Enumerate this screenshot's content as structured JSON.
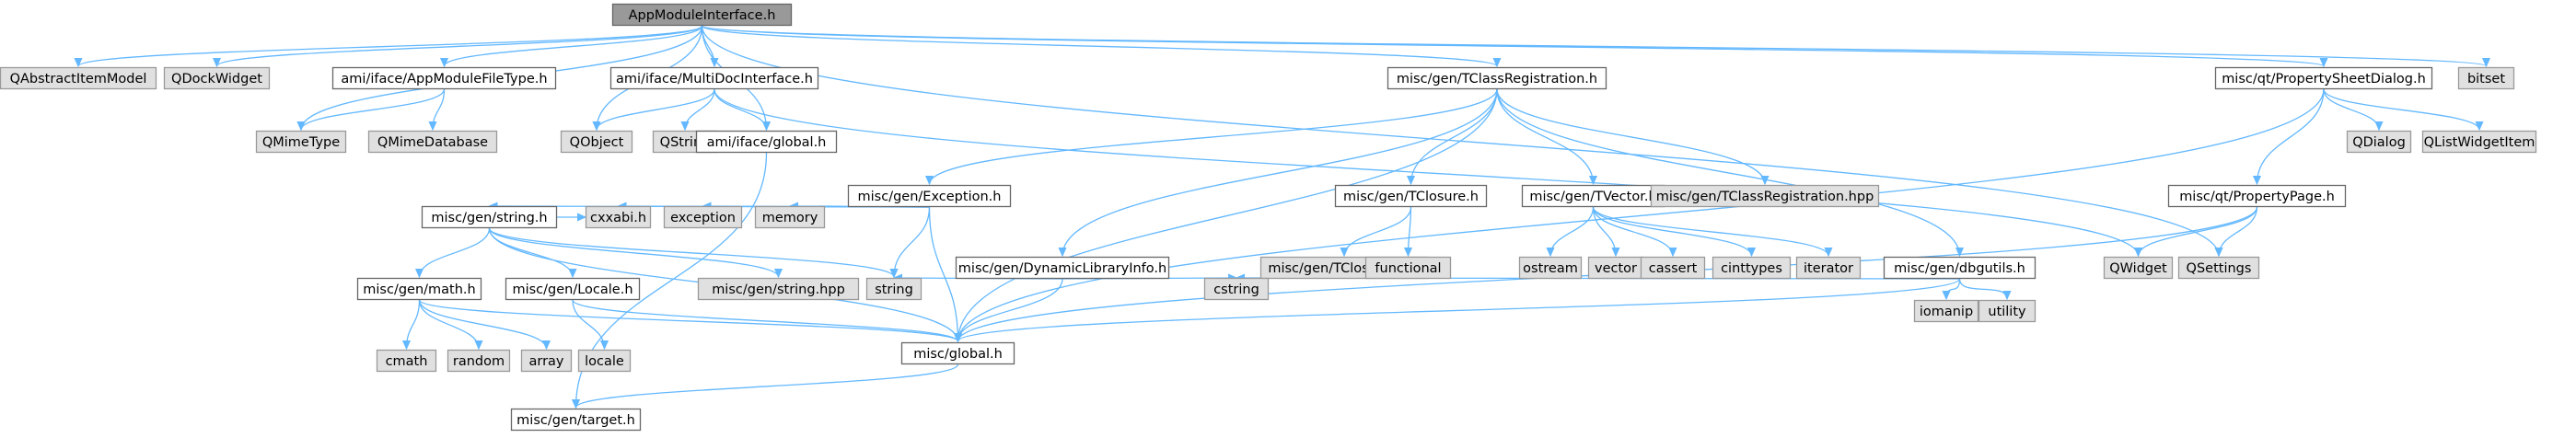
{
  "colors": {
    "edge": "#63b8ff",
    "root_fill": "#999999",
    "root_border": "#666666",
    "internal_fill": "#ffffff",
    "internal_border": "#666666",
    "external_fill": "#e0e0e0",
    "external_border": "#999999"
  },
  "nodes": [
    {
      "id": "root",
      "label": "AppModuleInterface.h",
      "kind": "root"
    },
    {
      "id": "qaim",
      "label": "QAbstractItemModel",
      "kind": "external"
    },
    {
      "id": "qdock",
      "label": "QDockWidget",
      "kind": "external"
    },
    {
      "id": "ftype",
      "label": "ami/iface/AppModuleFileType.h",
      "kind": "internal"
    },
    {
      "id": "mdi",
      "label": "ami/iface/MultiDocInterface.h",
      "kind": "internal"
    },
    {
      "id": "tcreg",
      "label": "misc/gen/TClassRegistration.h",
      "kind": "internal"
    },
    {
      "id": "psd",
      "label": "misc/qt/PropertySheetDialog.h",
      "kind": "internal"
    },
    {
      "id": "bitset",
      "label": "bitset",
      "kind": "external"
    },
    {
      "id": "qmimetype",
      "label": "QMimeType",
      "kind": "external"
    },
    {
      "id": "qmimedb",
      "label": "QMimeDatabase",
      "kind": "external"
    },
    {
      "id": "qobject",
      "label": "QObject",
      "kind": "external"
    },
    {
      "id": "qstring",
      "label": "QString",
      "kind": "external"
    },
    {
      "id": "ifglobal",
      "label": "ami/iface/global.h",
      "kind": "internal"
    },
    {
      "id": "exch",
      "label": "misc/gen/Exception.h",
      "kind": "internal"
    },
    {
      "id": "tclosure",
      "label": "misc/gen/TClosure.h",
      "kind": "internal"
    },
    {
      "id": "tvector",
      "label": "misc/gen/TVector.h",
      "kind": "internal"
    },
    {
      "id": "tcreghpp",
      "label": "misc/gen/TClassRegistration.hpp",
      "kind": "external"
    },
    {
      "id": "ppage",
      "label": "misc/qt/PropertyPage.h",
      "kind": "internal"
    },
    {
      "id": "qdialog",
      "label": "QDialog",
      "kind": "external"
    },
    {
      "id": "qlwi",
      "label": "QListWidgetItem",
      "kind": "external"
    },
    {
      "id": "strh",
      "label": "misc/gen/string.h",
      "kind": "internal"
    },
    {
      "id": "cxxabi",
      "label": "cxxabi.h",
      "kind": "external"
    },
    {
      "id": "exception",
      "label": "exception",
      "kind": "external"
    },
    {
      "id": "memory",
      "label": "memory",
      "kind": "external"
    },
    {
      "id": "dylib",
      "label": "misc/gen/DynamicLibraryInfo.h",
      "kind": "internal"
    },
    {
      "id": "tclosurehpp",
      "label": "misc/gen/TClosure.hpp",
      "kind": "external"
    },
    {
      "id": "functional",
      "label": "functional",
      "kind": "external"
    },
    {
      "id": "ostream",
      "label": "ostream",
      "kind": "external"
    },
    {
      "id": "vector",
      "label": "vector",
      "kind": "external"
    },
    {
      "id": "cassert",
      "label": "cassert",
      "kind": "external"
    },
    {
      "id": "cinttypes",
      "label": "cinttypes",
      "kind": "external"
    },
    {
      "id": "iterator",
      "label": "iterator",
      "kind": "external"
    },
    {
      "id": "dbgutils",
      "label": "misc/gen/dbgutils.h",
      "kind": "internal"
    },
    {
      "id": "qwidget",
      "label": "QWidget",
      "kind": "external"
    },
    {
      "id": "qsettings",
      "label": "QSettings",
      "kind": "external"
    },
    {
      "id": "mathh",
      "label": "misc/gen/math.h",
      "kind": "internal"
    },
    {
      "id": "locale_h",
      "label": "misc/gen/Locale.h",
      "kind": "internal"
    },
    {
      "id": "strhpp",
      "label": "misc/gen/string.hpp",
      "kind": "external"
    },
    {
      "id": "string",
      "label": "string",
      "kind": "external"
    },
    {
      "id": "cstring",
      "label": "cstring",
      "kind": "external"
    },
    {
      "id": "iomanip",
      "label": "iomanip",
      "kind": "external"
    },
    {
      "id": "utility",
      "label": "utility",
      "kind": "external"
    },
    {
      "id": "cmath",
      "label": "cmath",
      "kind": "external"
    },
    {
      "id": "random",
      "label": "random",
      "kind": "external"
    },
    {
      "id": "array",
      "label": "array",
      "kind": "external"
    },
    {
      "id": "locale",
      "label": "locale",
      "kind": "external"
    },
    {
      "id": "miscglobal",
      "label": "misc/global.h",
      "kind": "internal"
    },
    {
      "id": "target",
      "label": "misc/gen/target.h",
      "kind": "internal"
    }
  ],
  "edges": [
    [
      "root",
      "qaim"
    ],
    [
      "root",
      "qdock"
    ],
    [
      "root",
      "ftype"
    ],
    [
      "root",
      "mdi"
    ],
    [
      "root",
      "tcreg"
    ],
    [
      "root",
      "psd"
    ],
    [
      "root",
      "bitset"
    ],
    [
      "root",
      "qmimetype"
    ],
    [
      "root",
      "qobject"
    ],
    [
      "root",
      "ifglobal"
    ],
    [
      "root",
      "qsettings"
    ],
    [
      "ftype",
      "qmimetype"
    ],
    [
      "ftype",
      "qmimedb"
    ],
    [
      "mdi",
      "qobject"
    ],
    [
      "mdi",
      "qstring"
    ],
    [
      "mdi",
      "ifglobal"
    ],
    [
      "mdi",
      "qwidget"
    ],
    [
      "ifglobal",
      "target"
    ],
    [
      "tcreg",
      "exch"
    ],
    [
      "tcreg",
      "tclosure"
    ],
    [
      "tcreg",
      "tvector"
    ],
    [
      "tcreg",
      "tcreghpp"
    ],
    [
      "tcreg",
      "dylib"
    ],
    [
      "tcreg",
      "dbgutils"
    ],
    [
      "tcreg",
      "miscglobal"
    ],
    [
      "psd",
      "ppage"
    ],
    [
      "psd",
      "qdialog"
    ],
    [
      "psd",
      "qlwi"
    ],
    [
      "psd",
      "miscglobal"
    ],
    [
      "ppage",
      "qwidget"
    ],
    [
      "ppage",
      "qsettings"
    ],
    [
      "ppage",
      "miscglobal"
    ],
    [
      "exch",
      "strh"
    ],
    [
      "exch",
      "cxxabi"
    ],
    [
      "exch",
      "exception"
    ],
    [
      "exch",
      "memory"
    ],
    [
      "exch",
      "string"
    ],
    [
      "exch",
      "miscglobal"
    ],
    [
      "tclosure",
      "tclosurehpp"
    ],
    [
      "tclosure",
      "functional"
    ],
    [
      "tvector",
      "ostream"
    ],
    [
      "tvector",
      "vector"
    ],
    [
      "tvector",
      "cassert"
    ],
    [
      "tvector",
      "cinttypes"
    ],
    [
      "tvector",
      "iterator"
    ],
    [
      "strh",
      "cxxabi"
    ],
    [
      "strh",
      "mathh"
    ],
    [
      "strh",
      "locale_h"
    ],
    [
      "strh",
      "strhpp"
    ],
    [
      "strh",
      "string"
    ],
    [
      "strh",
      "miscglobal"
    ],
    [
      "dylib",
      "string"
    ],
    [
      "dylib",
      "cstring"
    ],
    [
      "dylib",
      "miscglobal"
    ],
    [
      "dbgutils",
      "cstring"
    ],
    [
      "dbgutils",
      "iomanip"
    ],
    [
      "dbgutils",
      "utility"
    ],
    [
      "dbgutils",
      "miscglobal"
    ],
    [
      "mathh",
      "cmath"
    ],
    [
      "mathh",
      "random"
    ],
    [
      "mathh",
      "array"
    ],
    [
      "mathh",
      "miscglobal"
    ],
    [
      "locale_h",
      "locale"
    ],
    [
      "locale_h",
      "miscglobal"
    ],
    [
      "miscglobal",
      "target"
    ]
  ]
}
